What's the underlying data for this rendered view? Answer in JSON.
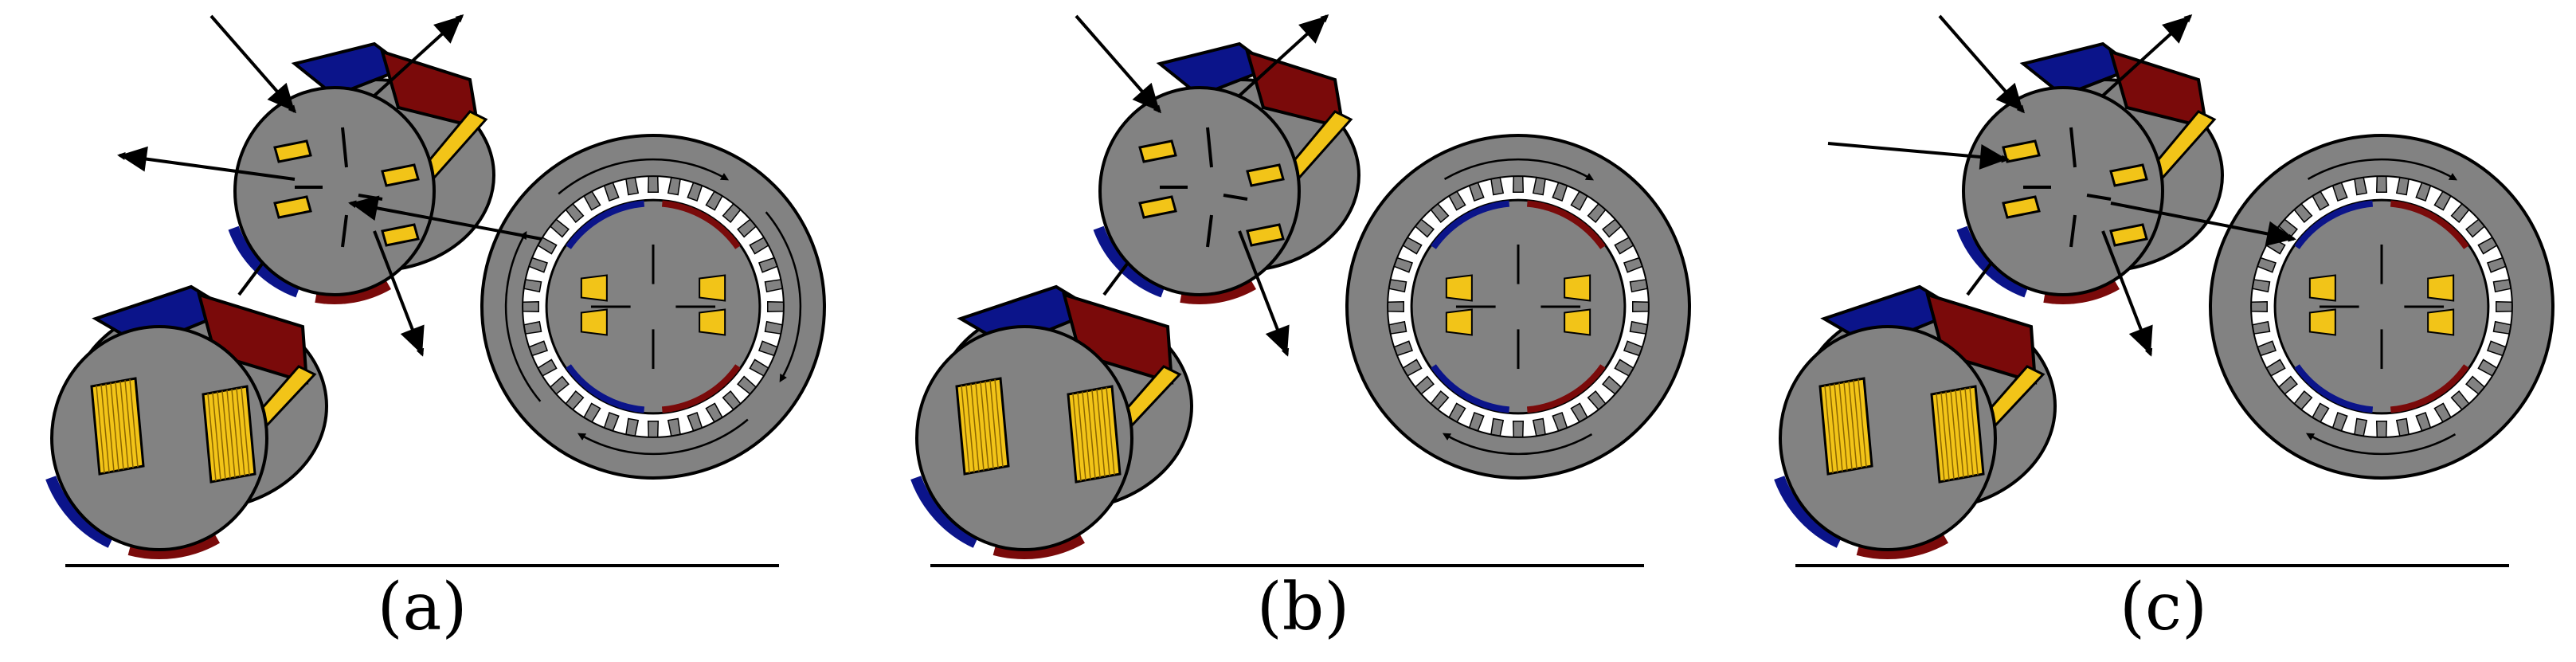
{
  "panels": [
    {
      "label": "(a)"
    },
    {
      "label": "(b)"
    },
    {
      "label": "(c)"
    }
  ],
  "colors": {
    "steel": "#828282",
    "pole_blue": "#0b148a",
    "pole_red": "#7a0a0a",
    "coil_yellow": "#f2c418",
    "coil_hatch": "#8a6400",
    "outline": "#000000",
    "stator_slot": "#ffffff",
    "baseline": "#000000",
    "background": "#ffffff"
  },
  "icons": {
    "flux_arrow": "arrow-icon",
    "rotor": "rotor-icon",
    "stator": "stator-icon"
  }
}
